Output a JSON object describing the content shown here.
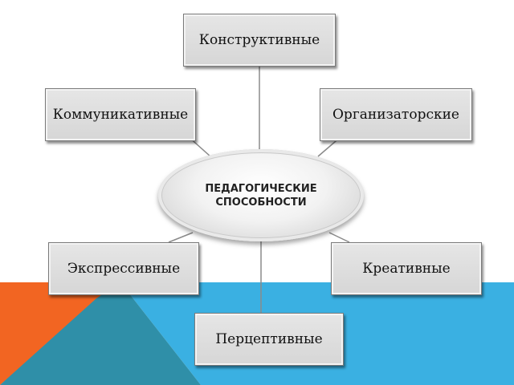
{
  "diagram": {
    "center": "ПЕДАГОГИЧЕСКИЕ СПОСОБНОСТИ",
    "nodes": {
      "top": "Конструктивные",
      "left1": "Коммуникативные",
      "right1": "Организаторские",
      "left2": "Экспрессивные",
      "right2": "Креативные",
      "bottom": "Перцептивные"
    }
  },
  "colors": {
    "orange": "#f26522",
    "blue": "#3ab0e2",
    "teal": "#2f8fa8",
    "box_fill": "#dcdcdc",
    "connector": "#8a8a8a"
  }
}
